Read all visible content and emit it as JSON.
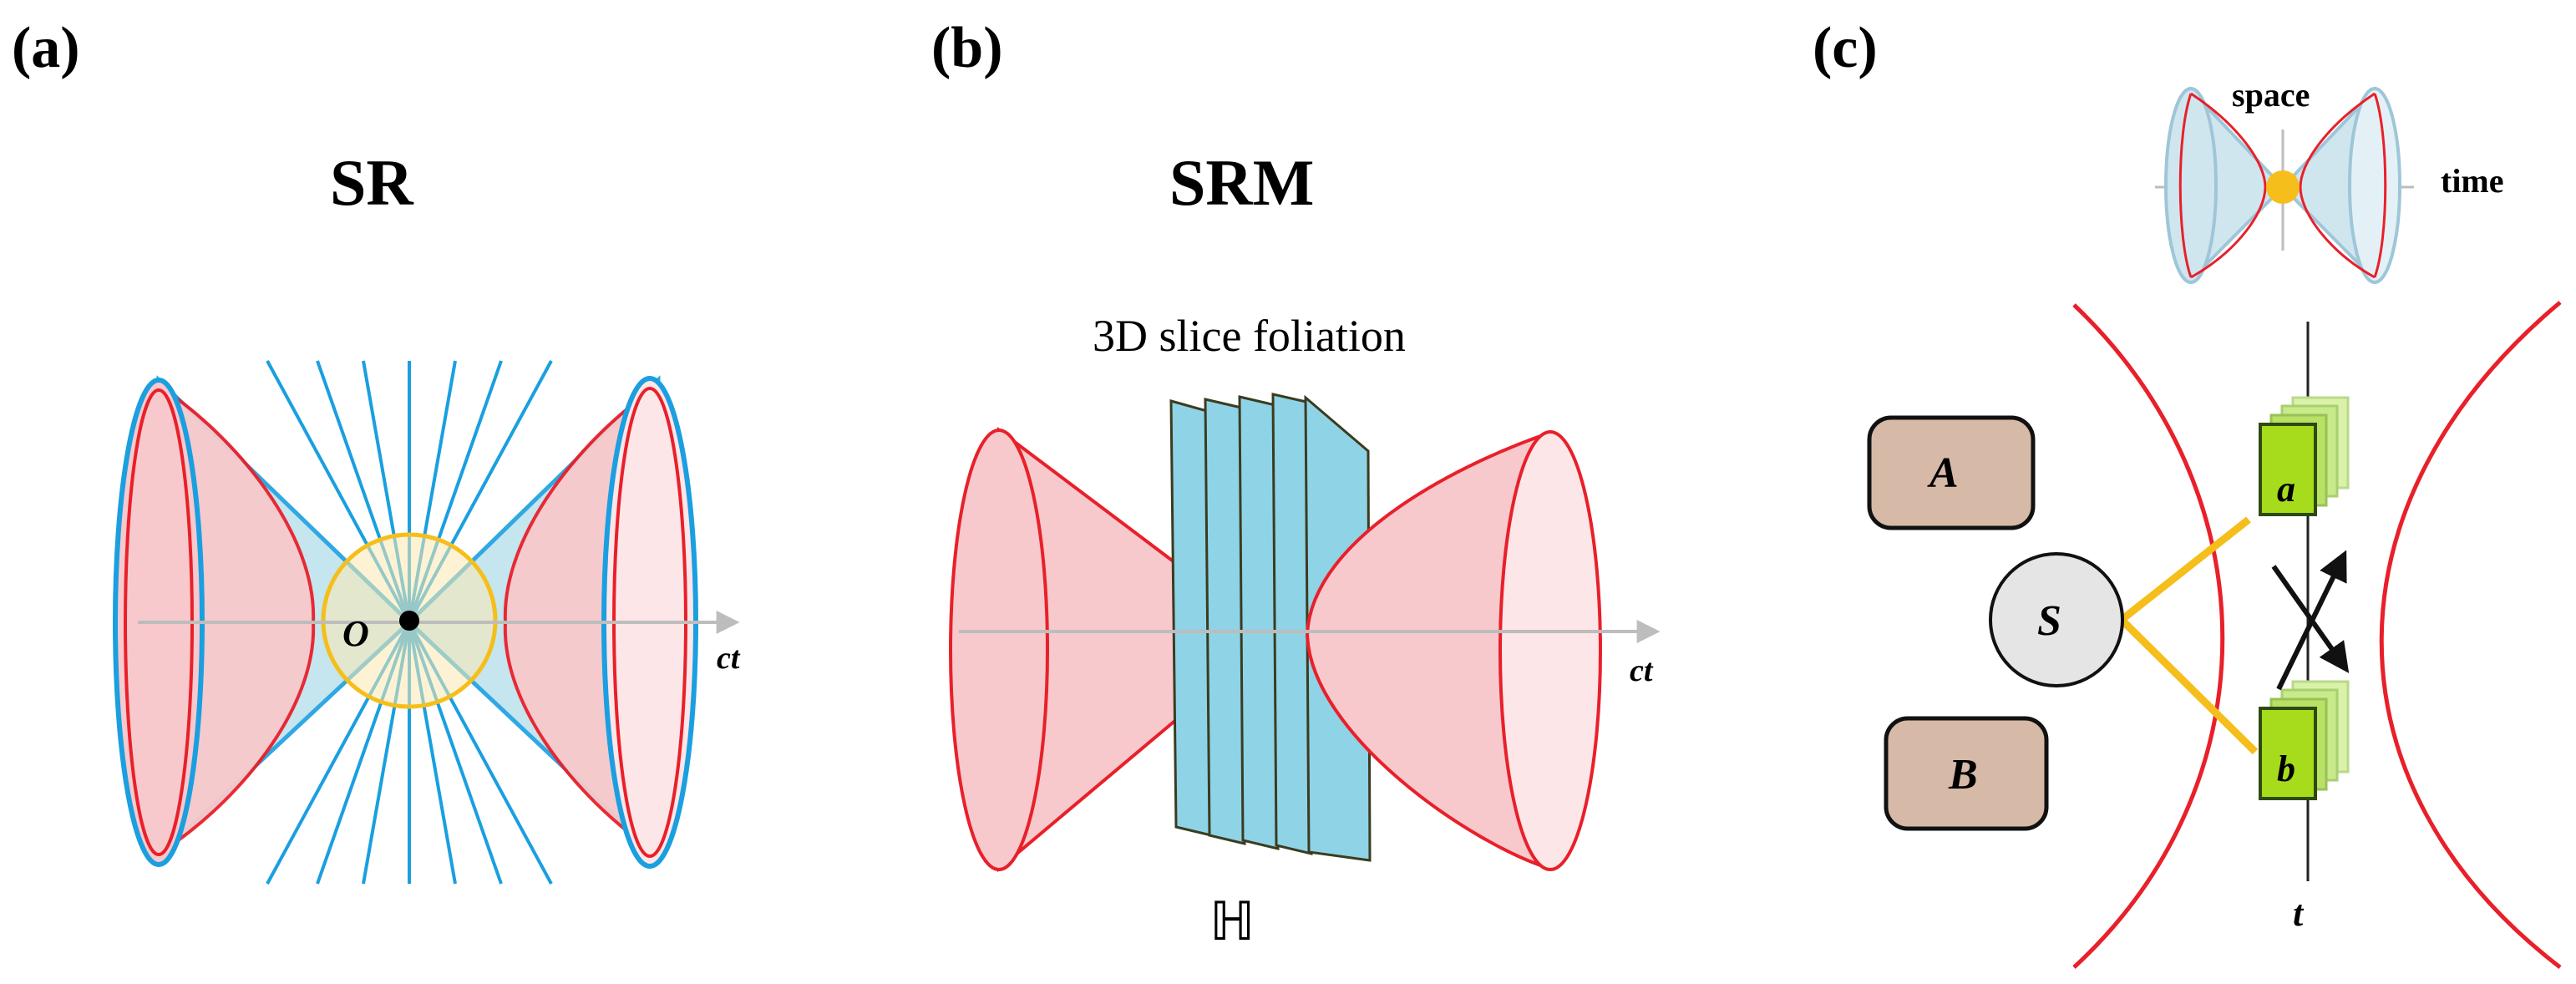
{
  "panel_a": {
    "label": "(a)",
    "title": "SR",
    "origin_label": "O",
    "axis_label": "ct"
  },
  "panel_b": {
    "label": "(b)",
    "title": "SRM",
    "foliation_label": "3D slice foliation",
    "hilbert_label": "ℍ",
    "axis_label": "ct"
  },
  "panel_c": {
    "label": "(c)",
    "inset_space": "space",
    "inset_time": "time",
    "box_a": "A",
    "box_b": "B",
    "source": "S",
    "detector_a": "a",
    "detector_b": "b",
    "axis_label": "t"
  },
  "colors": {
    "red": "#e8202a",
    "blue": "#1a9fe0",
    "cone_fill": "#f7c9cc",
    "light_blue": "#bfe3ee",
    "gold": "#f5be1b",
    "slice_fill": "#8fd3e6",
    "green": "#a6dc1c",
    "tan": "#d6b9a6",
    "gray": "#bdbdbd"
  }
}
